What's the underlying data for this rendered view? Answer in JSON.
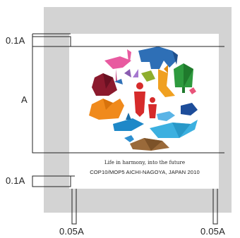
{
  "logo": {
    "tagline": "Life in harmony, into the future",
    "event_line": "COP10/MOP5 AICHI-NAGOYA, JAPAN 2010"
  },
  "dimensions": {
    "top_margin_label": "0.1A",
    "height_label": "A",
    "bottom_margin_label": "0.1A",
    "left_margin_label": "0.05A",
    "right_margin_label": "0.05A"
  },
  "colors": {
    "clearspace": "#d3d3d3",
    "logo_background": "#ffffff",
    "guide_lines": "#222222"
  }
}
